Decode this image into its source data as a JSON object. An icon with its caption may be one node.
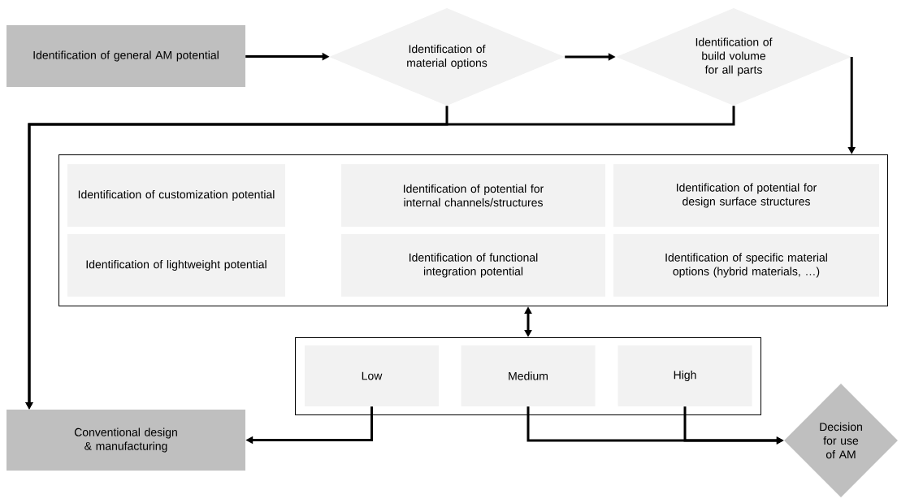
{
  "diagram": {
    "nodes": [
      {
        "text": [
          "Identification of general AM potential"
        ]
      },
      {
        "text": [
          "Identification of material options"
        ]
      },
      {
        "text": [
          "Identification of build volume for all parts"
        ]
      },
      {
        "text": [],
        "shape": "box"
      },
      {
        "text": [
          "Identification of customization potential"
        ],
        "in": 3
      },
      {
        "text": [
          "Identification of potential for internal channels/structures"
        ],
        "in": 3
      },
      {
        "text": [
          "Identification of potential for design surface structures"
        ],
        "in": 3
      },
      {
        "text": [
          "Identification of lightweight potential"
        ],
        "in": 3
      },
      {
        "text": [
          "Identification of functional integration potential"
        ],
        "in": 3
      },
      {
        "text": [
          "Identification of specific material options (hybrid materials, …)"
        ],
        "in": 3
      },
      {
        "text": [],
        "shape": "box"
      },
      {
        "text": [
          "Low"
        ],
        "in": 10
      },
      {
        "text": [
          "Medium"
        ],
        "in": 10
      },
      {
        "text": [
          "High"
        ],
        "in": 10
      },
      {
        "text": [
          "Conventional design & manufacturing"
        ]
      },
      {
        "text": [
          "Decision for use of AM"
        ]
      }
    ],
    "edges": [
      {
        "from": 0,
        "to": 1,
        "arrow": "to"
      },
      {
        "from": 1,
        "to": 2,
        "arrow": "to"
      },
      {
        "from": 2,
        "to": 3,
        "arrow": "to"
      },
      {
        "from": 1,
        "to": 14,
        "arrow": "to"
      },
      {
        "from": 2,
        "to": 14,
        "arrow": "to"
      },
      {
        "from": 3,
        "to": 10,
        "arrow": "both"
      },
      {
        "from": 11,
        "to": 14,
        "arrow": "to"
      },
      {
        "from": 12,
        "to": 15,
        "arrow": "to"
      },
      {
        "from": 13,
        "to": 15,
        "arrow": "to"
      }
    ]
  }
}
